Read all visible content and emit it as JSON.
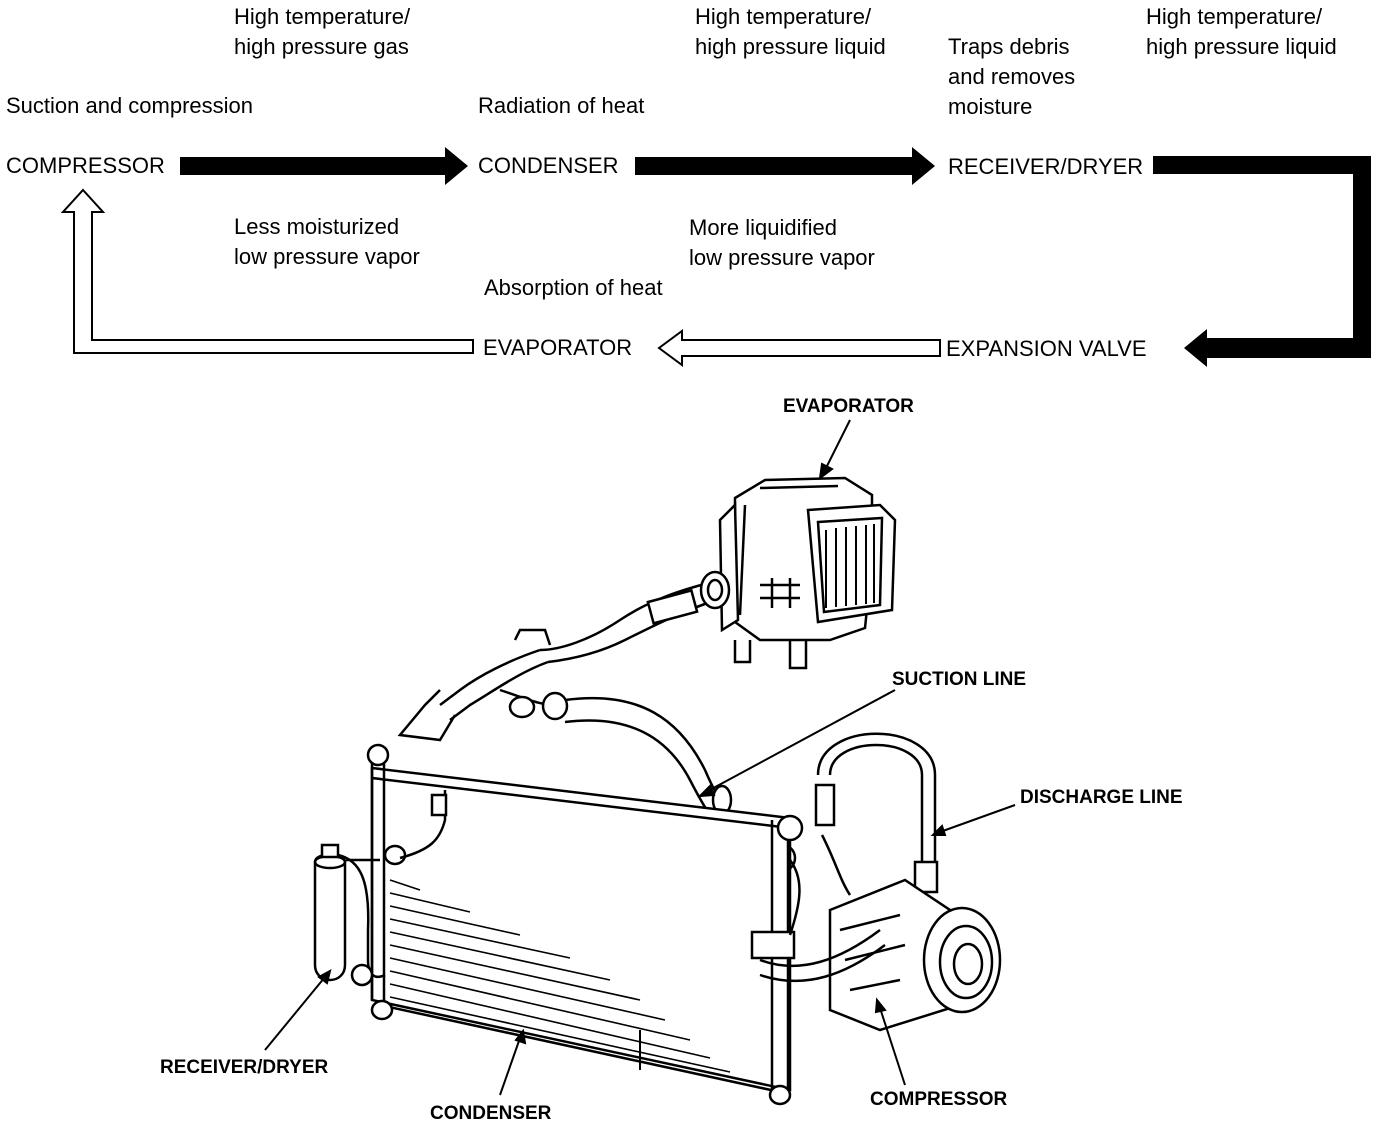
{
  "flow": {
    "nodes": {
      "compressor": "COMPRESSOR",
      "condenser": "CONDENSER",
      "receiver_dryer": "RECEIVER/DRYER",
      "expansion_valve": "EXPANSION VALVE",
      "evaporator": "EVAPORATOR"
    },
    "process": {
      "compressor": "Suction and compression",
      "condenser": "Radiation of heat",
      "receiver_dryer": [
        "Traps debris",
        "and removes",
        "moisture"
      ],
      "evaporator": "Absorption of heat"
    },
    "states": {
      "compressor_out": [
        "High temperature/",
        "high pressure gas"
      ],
      "condenser_out": [
        "High temperature/",
        "high pressure liquid"
      ],
      "receiver_out": [
        "High temperature/",
        "high pressure liquid"
      ],
      "evaporator_out": [
        "Less moisturized",
        "low pressure vapor"
      ],
      "expansion_out": [
        "More liquidified",
        "low pressure vapor"
      ]
    }
  },
  "illustration": {
    "callouts": {
      "evaporator": "EVAPORATOR",
      "suction_line": "SUCTION LINE",
      "discharge_line": "DISCHARGE LINE",
      "receiver_dryer": "RECEIVER/DRYER",
      "condenser": "CONDENSER",
      "compressor": "COMPRESSOR"
    }
  }
}
